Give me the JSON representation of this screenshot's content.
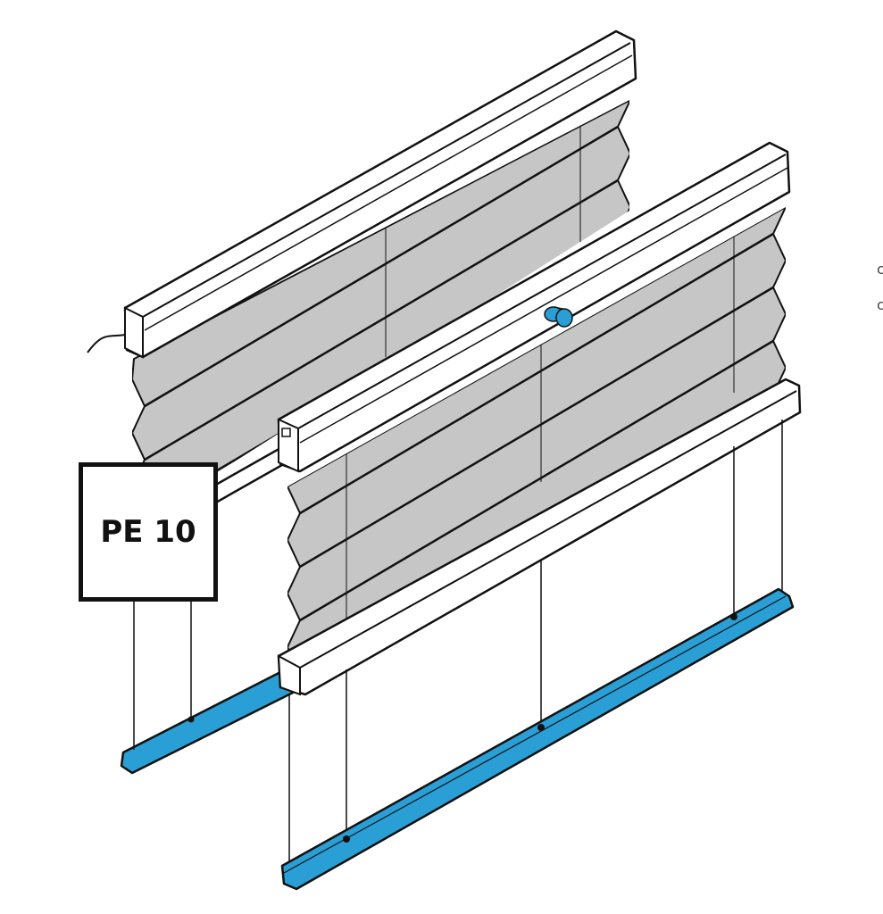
{
  "label": {
    "text": "PE 10"
  },
  "edge_glyphs": [
    "c",
    "c"
  ],
  "colors": {
    "fabric": "#c6c6c6",
    "line": "#111111",
    "rail_fill": "#ffffff",
    "accent": "#2a9fd6"
  }
}
